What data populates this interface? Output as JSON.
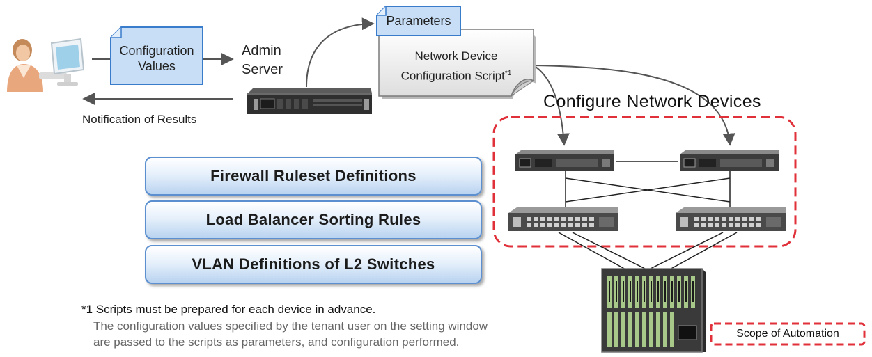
{
  "config_values": {
    "line1": "Configuration",
    "line2": "Values"
  },
  "admin_server": {
    "line1": "Admin",
    "line2": "Server"
  },
  "parameters_label": "Parameters",
  "script_doc": {
    "line1": "Network Device",
    "line2": "Configuration Script",
    "footnote_mark": "*1"
  },
  "notification": "Notification of Results",
  "configure_title": "Configure Network Devices",
  "definitions": [
    "Firewall Ruleset Definitions",
    "Load Balancer Sorting Rules",
    "VLAN Definitions of L2 Switches"
  ],
  "footnote": {
    "head": "*1 Scripts must be prepared for each device in advance.",
    "body1": "The configuration values specified by the tenant user on the setting window",
    "body2": "are passed to the scripts as parameters, and configuration performed."
  },
  "scope_label": "Scope of Automation",
  "colors": {
    "accent_blue": "#5b8fcf",
    "scope_red": "#e0303a",
    "arrow_gray": "#555555"
  }
}
